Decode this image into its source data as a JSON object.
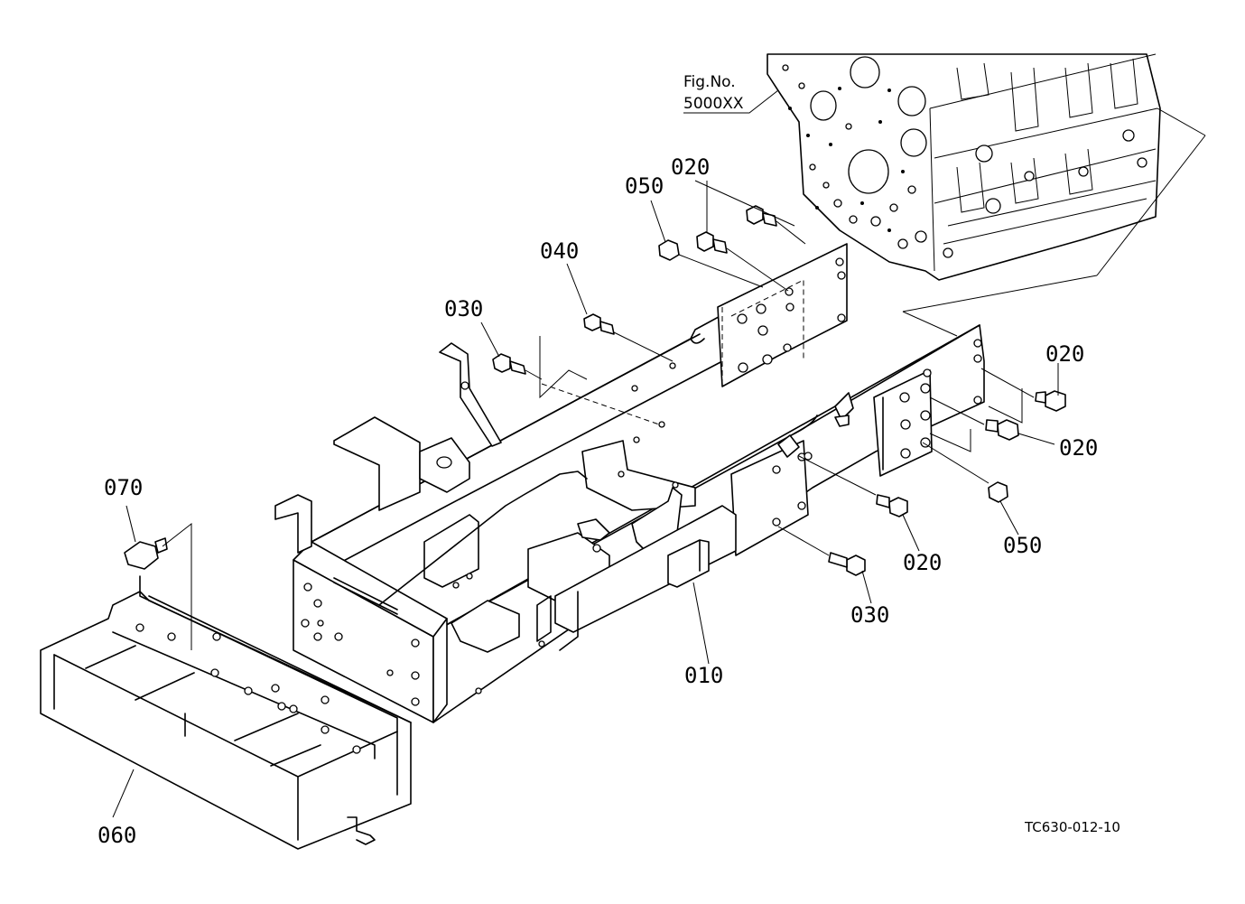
{
  "figure_ref": {
    "line1": "Fig.No.",
    "line2": "5000XX"
  },
  "callouts": [
    {
      "id": "c-020-top",
      "text": "020"
    },
    {
      "id": "c-050-top",
      "text": "050"
    },
    {
      "id": "c-040",
      "text": "040"
    },
    {
      "id": "c-030-left",
      "text": "030"
    },
    {
      "id": "c-070",
      "text": "070"
    },
    {
      "id": "c-060",
      "text": "060"
    },
    {
      "id": "c-010",
      "text": "010"
    },
    {
      "id": "c-020-right-a",
      "text": "020"
    },
    {
      "id": "c-020-right-b",
      "text": "020"
    },
    {
      "id": "c-050-right",
      "text": "050"
    },
    {
      "id": "c-020-right-c",
      "text": "020"
    },
    {
      "id": "c-030-right",
      "text": "030"
    }
  ],
  "drawing_code": "TC630-012-10"
}
